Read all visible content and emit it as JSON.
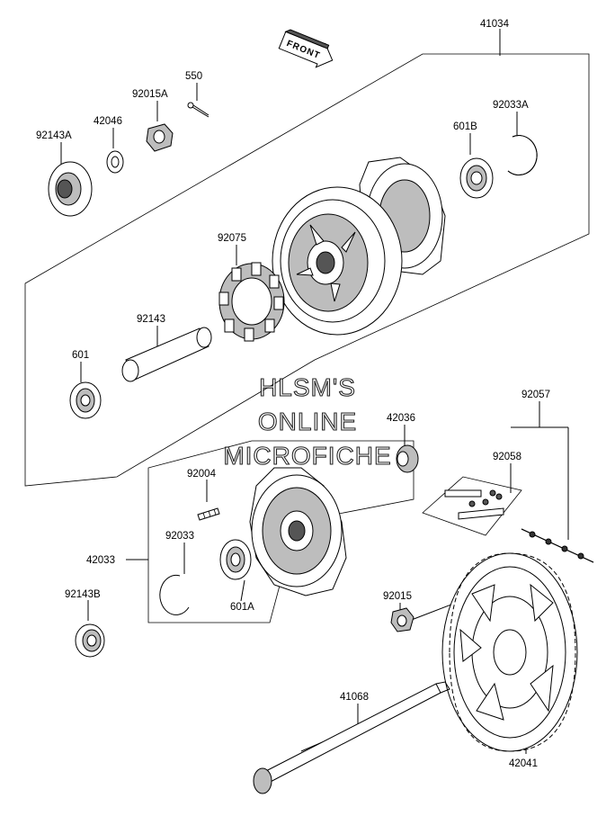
{
  "front_arrow": {
    "label": "FRONT"
  },
  "watermark": {
    "line1": "HLSM'S",
    "line2": "ONLINE",
    "line3": "MICROFICHE"
  },
  "parts": {
    "p41034": "41034",
    "p550": "550",
    "p92015A": "92015A",
    "p42046": "42046",
    "p92143A": "92143A",
    "p92033A": "92033A",
    "p601B": "601B",
    "p92075": "92075",
    "p92143": "92143",
    "p601": "601",
    "p92057": "92057",
    "p42036": "42036",
    "p92058": "92058",
    "p92004": "92004",
    "p92033": "92033",
    "p42033": "42033",
    "p601A": "601A",
    "p92143B": "92143B",
    "p92015": "92015",
    "p41068": "41068",
    "p42041": "42041"
  }
}
